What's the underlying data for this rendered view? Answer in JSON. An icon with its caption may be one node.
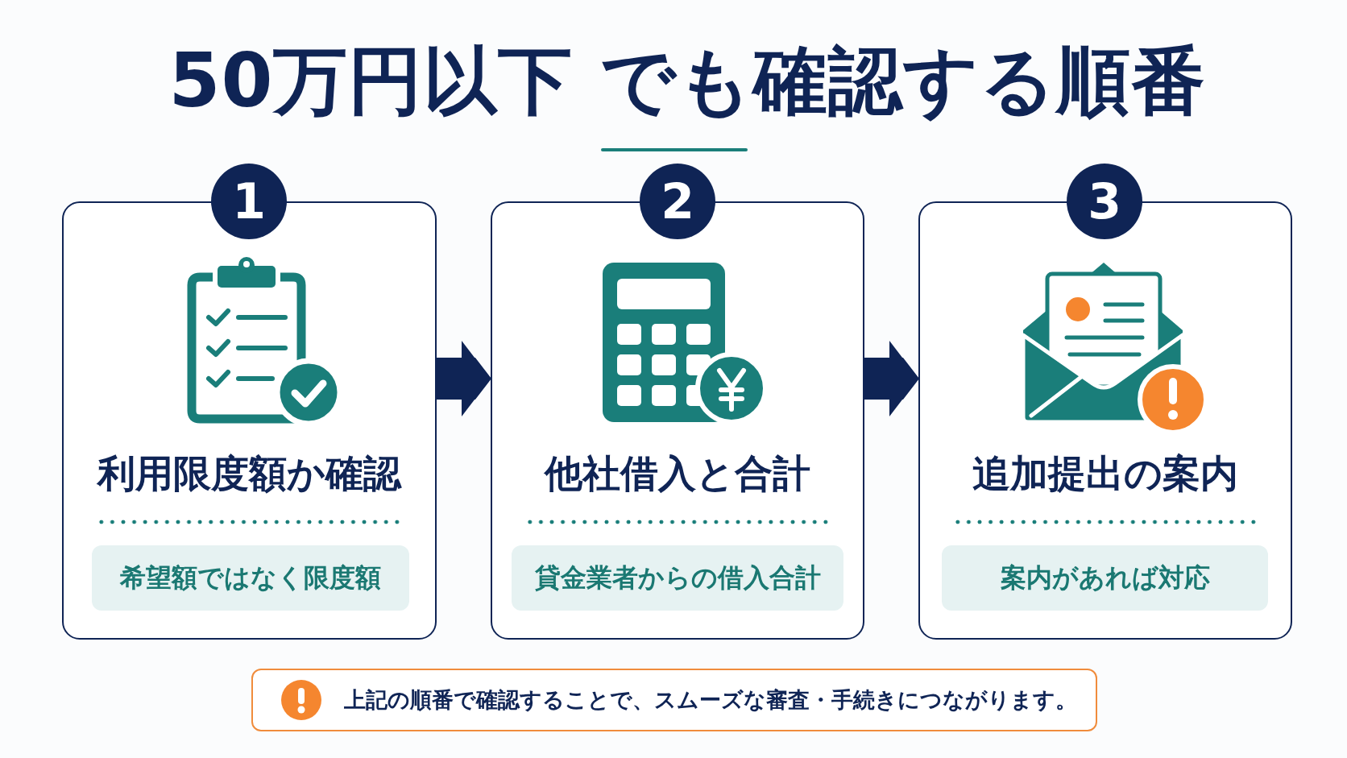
{
  "diagram": {
    "title": "50万円以下 でも確認する順番",
    "nodes": [
      {
        "text": [
          "1"
        ]
      },
      {
        "text": [
          "利用限度額か確認"
        ]
      },
      {
        "text": [
          "希望額ではなく限度額"
        ],
        "in": 1
      },
      {
        "text": [
          "2"
        ]
      },
      {
        "text": [
          "他社借入と合計"
        ]
      },
      {
        "text": [
          "貸金業者からの借入合計"
        ],
        "in": 4
      },
      {
        "text": [
          "3"
        ]
      },
      {
        "text": [
          "追加提出の案内"
        ]
      },
      {
        "text": [
          "案内があれば対応"
        ],
        "in": 7
      },
      {
        "text": [
          "上記の順番で確認することで、スムーズな審査・手続きにつながります。"
        ]
      }
    ],
    "edges": [
      {
        "from": 1,
        "to": 4,
        "arrow": "to"
      },
      {
        "from": 4,
        "to": 7,
        "arrow": "to"
      }
    ]
  }
}
